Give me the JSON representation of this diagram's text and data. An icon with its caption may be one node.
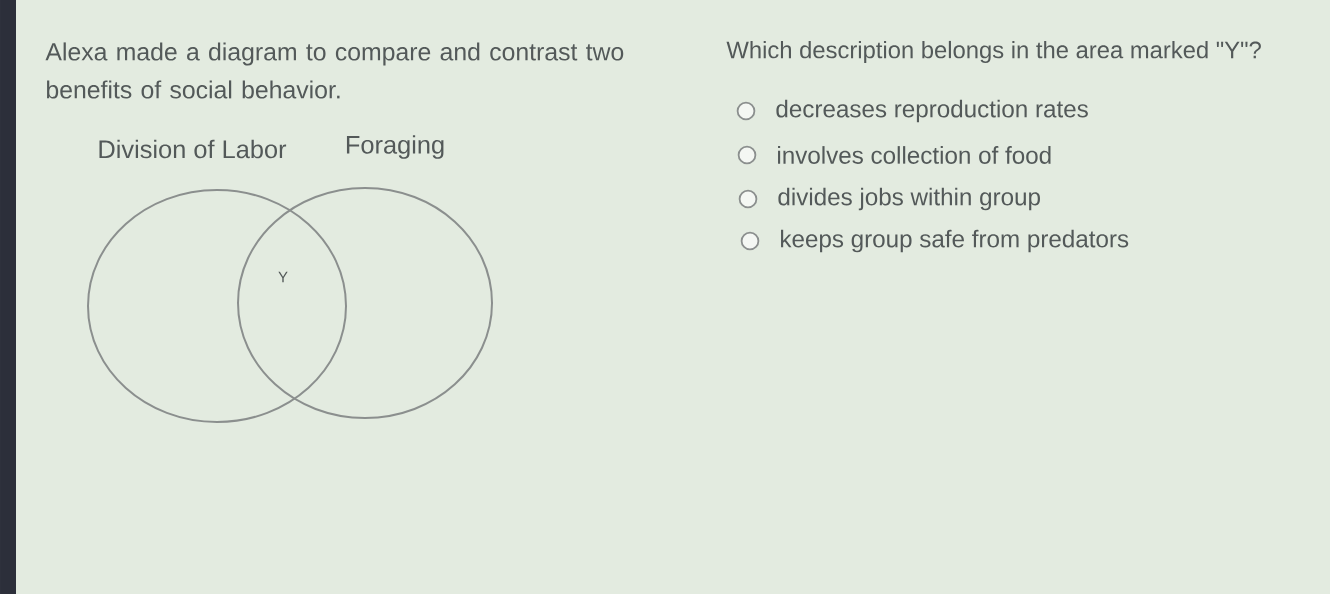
{
  "diagram": {
    "nodes": [
      {
        "text": [
          "Division of Labor"
        ]
      },
      {
        "text": [
          "Foraging"
        ]
      }
    ],
    "labels": [
      "Alexa made a diagram to compare and contrast two benefits of social behavior.",
      "Y",
      "Which description belongs in the area marked \"Y\"?",
      "decreases reproduction rates",
      "involves collection of food",
      "divides jobs within group",
      "keeps group safe from predators"
    ]
  }
}
